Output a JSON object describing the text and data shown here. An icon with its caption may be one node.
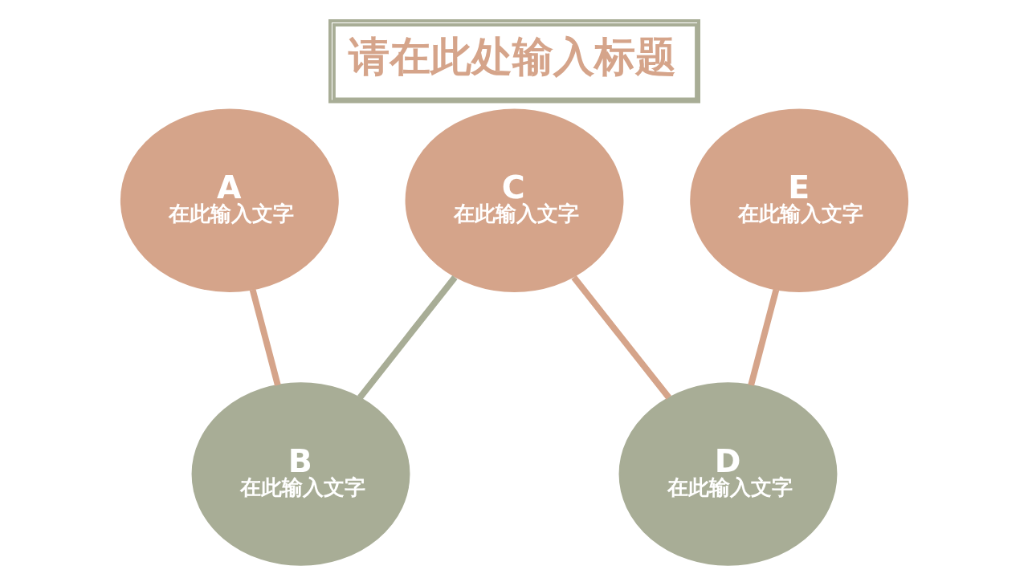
{
  "diagram": {
    "title": "请在此处输入标题",
    "nodes": [
      {
        "text": [
          "A",
          "在此输入文字"
        ]
      },
      {
        "text": [
          "B",
          "在此输入文字"
        ]
      },
      {
        "text": [
          "C",
          "在此输入文字"
        ]
      },
      {
        "text": [
          "D",
          "在此输入文字"
        ]
      },
      {
        "text": [
          "E",
          "在此输入文字"
        ]
      }
    ],
    "edges": [
      {
        "from": 0,
        "to": 1,
        "arrow": "none"
      },
      {
        "from": 2,
        "to": 1,
        "arrow": "none",
        "color": "#a8ad96"
      },
      {
        "from": 2,
        "to": 3,
        "arrow": "none"
      },
      {
        "from": 4,
        "to": 3,
        "arrow": "none"
      }
    ]
  }
}
